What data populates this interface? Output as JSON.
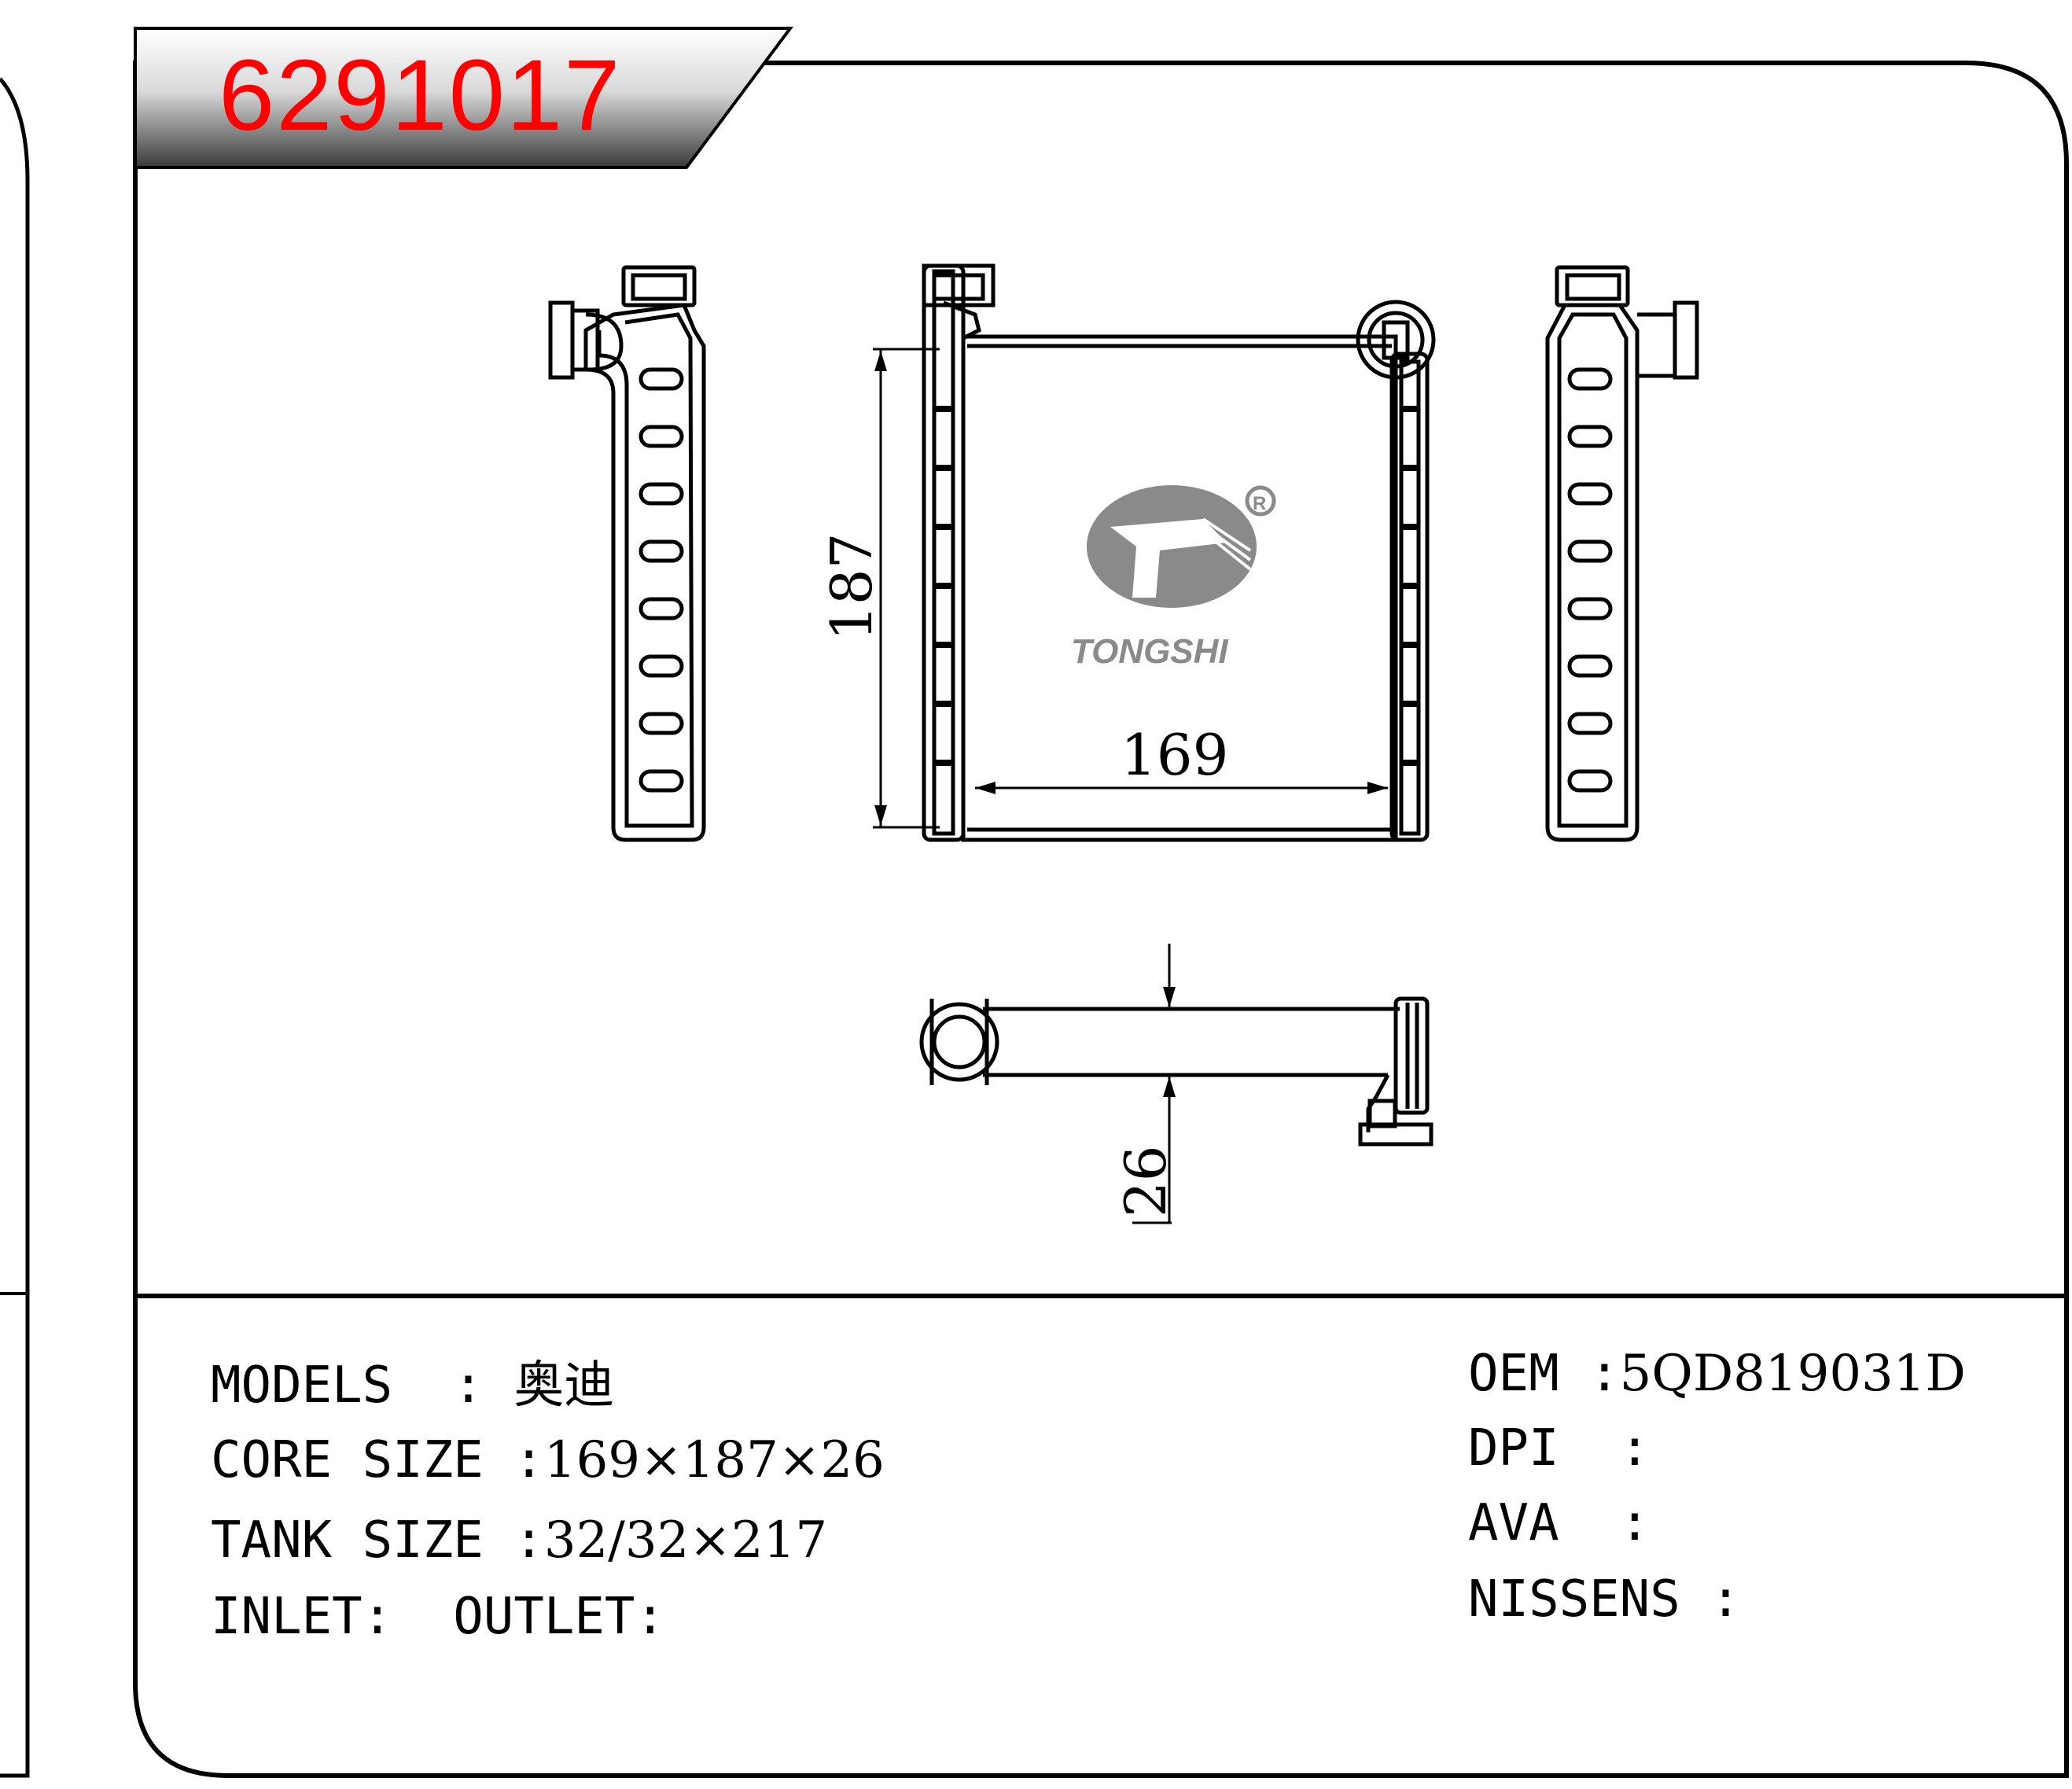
{
  "part_number": "6291017",
  "brand": {
    "name": "TONGSHI",
    "registered_mark": "®"
  },
  "dimensions": {
    "width": "169",
    "height": "187",
    "depth": "26"
  },
  "specs_left": [
    {
      "label": "MODELS  : ",
      "value": "奥迪"
    },
    {
      "label": "CORE SIZE :",
      "value": "169×187×26"
    },
    {
      "label": "TANK SIZE :",
      "value": "32/32×217"
    },
    {
      "label": "INLET:  OUTLET:",
      "value": ""
    }
  ],
  "specs_right": [
    {
      "label": "OEM :",
      "value": "5QD819031D"
    },
    {
      "label": "DPI  :",
      "value": ""
    },
    {
      "label": "AVA  :",
      "value": ""
    },
    {
      "label": "NISSENS :",
      "value": ""
    }
  ],
  "colors": {
    "part_number": "#ff0000",
    "line": "#000000",
    "logo": "#8a8a8a"
  }
}
